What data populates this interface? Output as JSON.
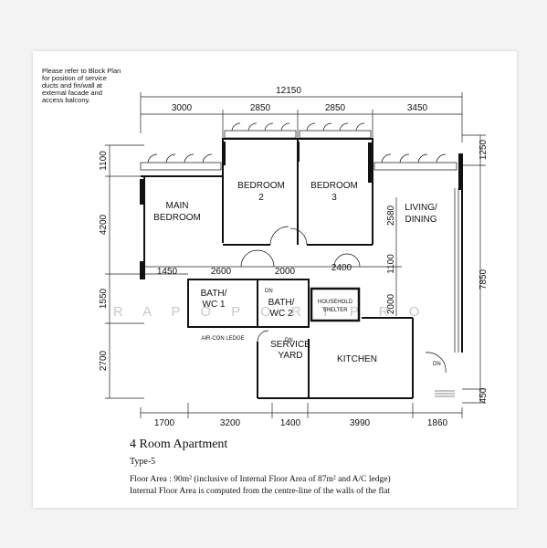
{
  "note_lines": [
    "Please refer to Block Plan",
    "for position of service",
    "ducts and fin/wall at",
    "external facade and",
    "access balcony."
  ],
  "watermark": "R A P O P O R T P R O",
  "dimensions": {
    "overall_top": "12150",
    "top_segments": [
      "3000",
      "2850",
      "2850",
      "3450"
    ],
    "left_segments": [
      "1100",
      "4200",
      "1550",
      "2700"
    ],
    "right_segments": [
      "1250",
      "7850",
      "450"
    ],
    "bottom_segments": [
      "1700",
      "3200",
      "1400",
      "3990",
      "1860"
    ],
    "interior": [
      "1450",
      "2600",
      "2000",
      "2400",
      "2580",
      "1100",
      "2000"
    ]
  },
  "rooms": {
    "main_bedroom": [
      "MAIN",
      "BEDROOM"
    ],
    "bedroom2": [
      "BEDROOM",
      "2"
    ],
    "bedroom3": [
      "BEDROOM",
      "3"
    ],
    "living": [
      "LIVING/",
      "DINING"
    ],
    "bath1": [
      "BATH/",
      "WC 1"
    ],
    "bath2": [
      "BATH/",
      "WC 2"
    ],
    "shelter": [
      "HOUSEHOLD",
      "SHELTER"
    ],
    "aircon": "AIR-CON LEDGE",
    "service_yard": [
      "SERVICE",
      "YARD"
    ],
    "kitchen": "KITCHEN"
  },
  "tag_text": "DN",
  "caption": {
    "title": "4 Room Apartment",
    "type": "Type-5",
    "area_line1": "Floor Area : 90m² (inclusive of Internal Floor Area of 87m² and A/C ledge)",
    "area_line2": "Internal Floor Area is computed from the centre-line of the walls of the flat"
  }
}
